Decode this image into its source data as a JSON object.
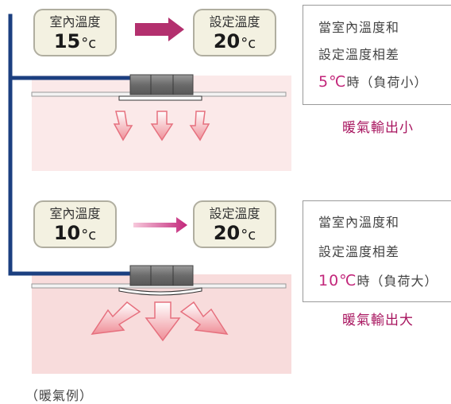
{
  "low_load": {
    "room_label": "室內溫度",
    "room_value": "15",
    "set_label": "設定溫度",
    "set_value": "20",
    "unit": "°c",
    "note_line1": "當室內溫度和",
    "note_line2": "設定溫度相差",
    "diff_value": "5℃",
    "note_suffix": "時（負荷小）",
    "result": "暖氣輸出小"
  },
  "high_load": {
    "room_label": "室內溫度",
    "room_value": "10",
    "set_label": "設定溫度",
    "set_value": "20",
    "unit": "°c",
    "note_line1": "當室內溫度和",
    "note_line2": "設定溫度相差",
    "diff_value": "10℃",
    "note_suffix": "時（負荷大）",
    "result": "暖氣輸出大"
  },
  "caption": "（暖氣例）",
  "colors": {
    "pipe": "#1b3f80",
    "arrow_strong": "#b3306e",
    "zone_low": "#fbe9e9",
    "zone_high": "#f8dcdc",
    "box_fill": "#f3f1e1",
    "result_text": "#a8155f"
  }
}
